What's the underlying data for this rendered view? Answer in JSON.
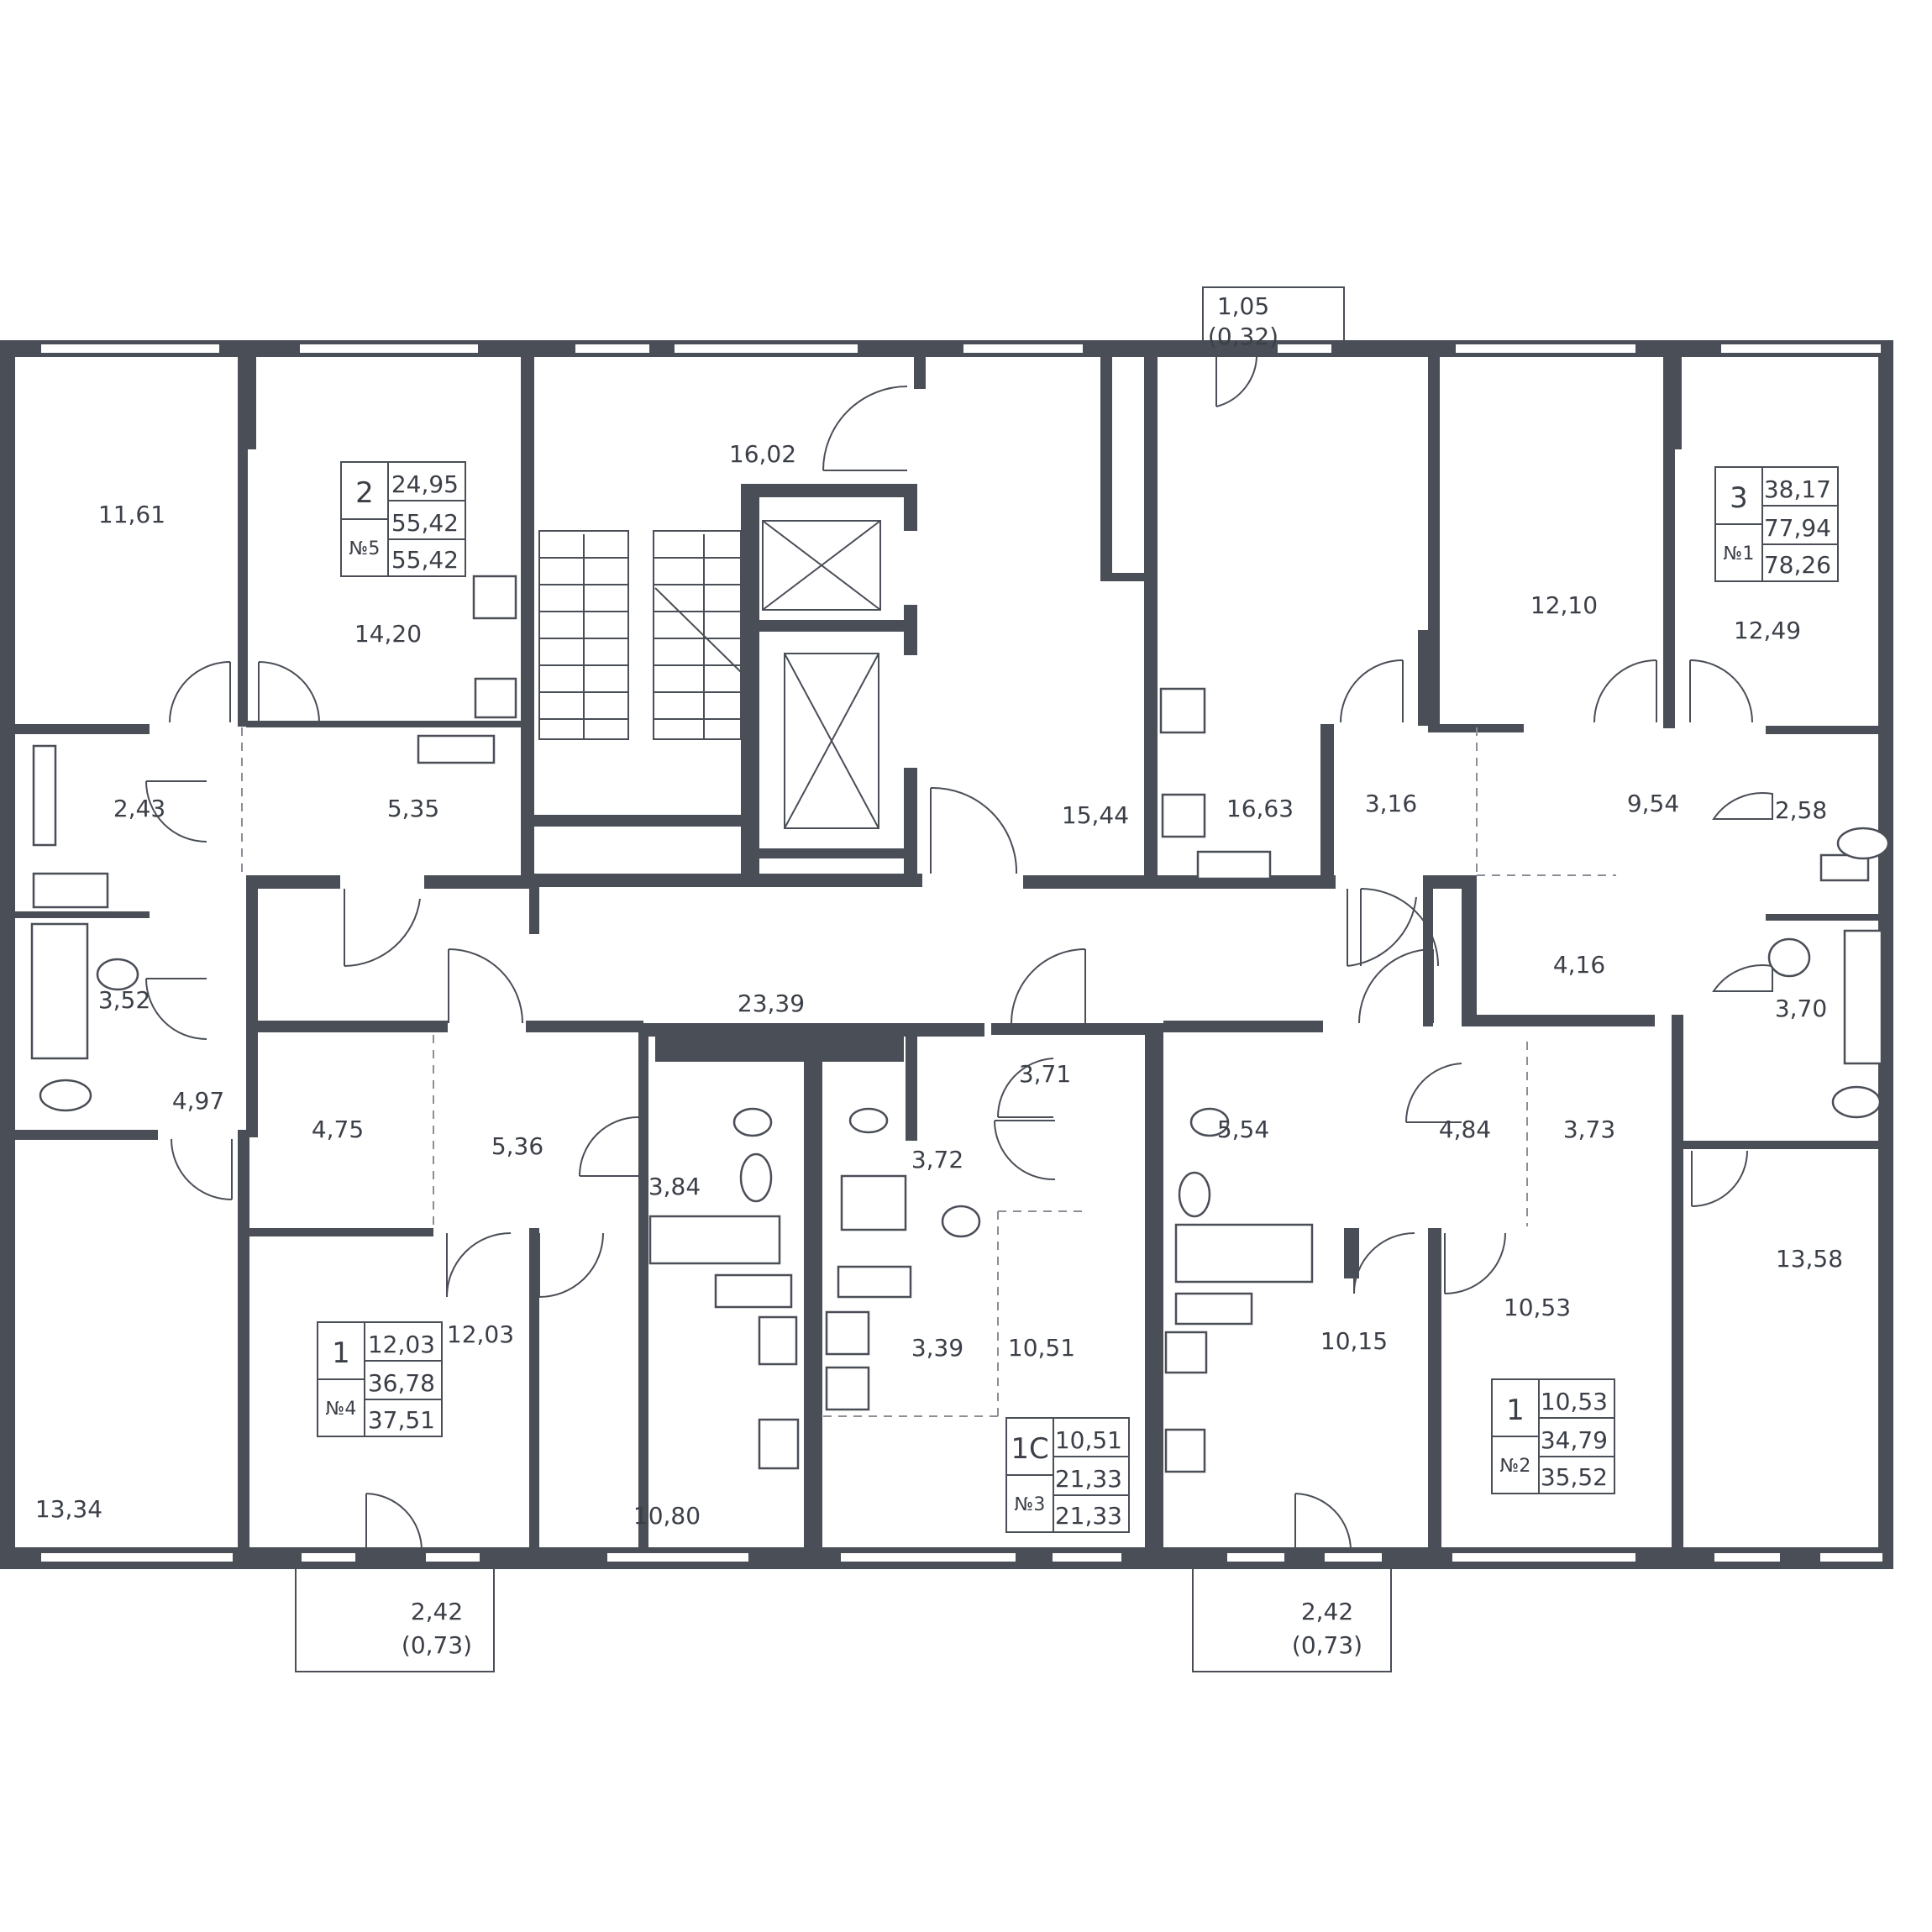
{
  "rooms": [
    {
      "id": "r1161",
      "label": "11,61"
    },
    {
      "id": "r1420",
      "label": "14,20"
    },
    {
      "id": "r1602",
      "label": "16,02"
    },
    {
      "id": "r1544",
      "label": "15,44"
    },
    {
      "id": "r1663",
      "label": "16,63"
    },
    {
      "id": "r1210",
      "label": "12,10"
    },
    {
      "id": "r1249",
      "label": "12,49"
    },
    {
      "id": "r243",
      "label": "2,43"
    },
    {
      "id": "r535",
      "label": "5,35"
    },
    {
      "id": "r316",
      "label": "3,16"
    },
    {
      "id": "r954",
      "label": "9,54"
    },
    {
      "id": "r258",
      "label": "2,58"
    },
    {
      "id": "r352",
      "label": "3,52"
    },
    {
      "id": "r497",
      "label": "4,97"
    },
    {
      "id": "r2339",
      "label": "23,39"
    },
    {
      "id": "r416",
      "label": "4,16"
    },
    {
      "id": "r370",
      "label": "3,70"
    },
    {
      "id": "r371",
      "label": "3,71"
    },
    {
      "id": "r475",
      "label": "4,75"
    },
    {
      "id": "r536",
      "label": "5,36"
    },
    {
      "id": "r384",
      "label": "3,84"
    },
    {
      "id": "r372",
      "label": "3,72"
    },
    {
      "id": "r554",
      "label": "5,54"
    },
    {
      "id": "r484",
      "label": "4,84"
    },
    {
      "id": "r373",
      "label": "3,73"
    },
    {
      "id": "r1358",
      "label": "13,58"
    },
    {
      "id": "r1203",
      "label": "12,03"
    },
    {
      "id": "r339",
      "label": "3,39"
    },
    {
      "id": "r1051",
      "label": "10,51"
    },
    {
      "id": "r1015",
      "label": "10,15"
    },
    {
      "id": "r1053",
      "label": "10,53"
    },
    {
      "id": "r1334",
      "label": "13,34"
    },
    {
      "id": "r1080",
      "label": "10,80"
    }
  ],
  "balconies": [
    {
      "id": "top",
      "area": "1,05",
      "reduced": "(0,32)"
    },
    {
      "id": "bottom-left",
      "area": "2,42",
      "reduced": "(0,73)"
    },
    {
      "id": "bottom-right",
      "area": "2,42",
      "reduced": "(0,73)"
    }
  ],
  "apartments": [
    {
      "id": "apt5",
      "rooms": "2",
      "number": "№5",
      "living": "24,95",
      "total": "55,42",
      "total_with_balcony": "55,42"
    },
    {
      "id": "apt1",
      "rooms": "3",
      "number": "№1",
      "living": "38,17",
      "total": "77,94",
      "total_with_balcony": "78,26"
    },
    {
      "id": "apt4",
      "rooms": "1",
      "number": "№4",
      "living": "12,03",
      "total": "36,78",
      "total_with_balcony": "37,51"
    },
    {
      "id": "apt3",
      "rooms": "1С",
      "number": "№3",
      "living": "10,51",
      "total": "21,33",
      "total_with_balcony": "21,33"
    },
    {
      "id": "apt2",
      "rooms": "1",
      "number": "№2",
      "living": "10,53",
      "total": "34,79",
      "total_with_balcony": "35,52"
    }
  ],
  "colors": {
    "wall": "#4a4e57",
    "text": "#3b3f47",
    "background": "#ffffff"
  }
}
